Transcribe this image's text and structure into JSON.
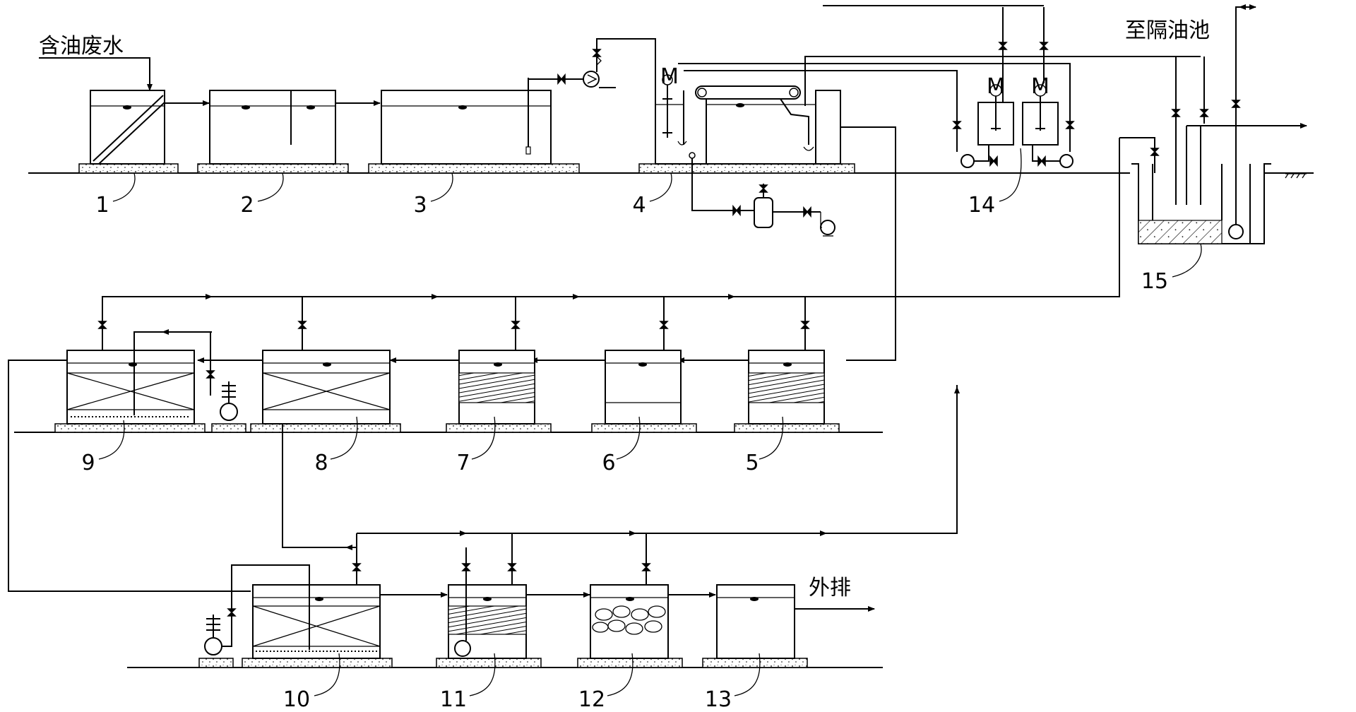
{
  "labels": {
    "inlet": "含油废水",
    "to_separator": "至隔油池",
    "discharge": "外排"
  },
  "units": [
    {
      "id": "1",
      "label": "1"
    },
    {
      "id": "2",
      "label": "2"
    },
    {
      "id": "3",
      "label": "3"
    },
    {
      "id": "4",
      "label": "4"
    },
    {
      "id": "5",
      "label": "5"
    },
    {
      "id": "6",
      "label": "6"
    },
    {
      "id": "7",
      "label": "7"
    },
    {
      "id": "8",
      "label": "8"
    },
    {
      "id": "9",
      "label": "9"
    },
    {
      "id": "10",
      "label": "10"
    },
    {
      "id": "11",
      "label": "11"
    },
    {
      "id": "12",
      "label": "12"
    },
    {
      "id": "13",
      "label": "13"
    },
    {
      "id": "14",
      "label": "14"
    },
    {
      "id": "15",
      "label": "15"
    }
  ],
  "motor_symbol": "M"
}
